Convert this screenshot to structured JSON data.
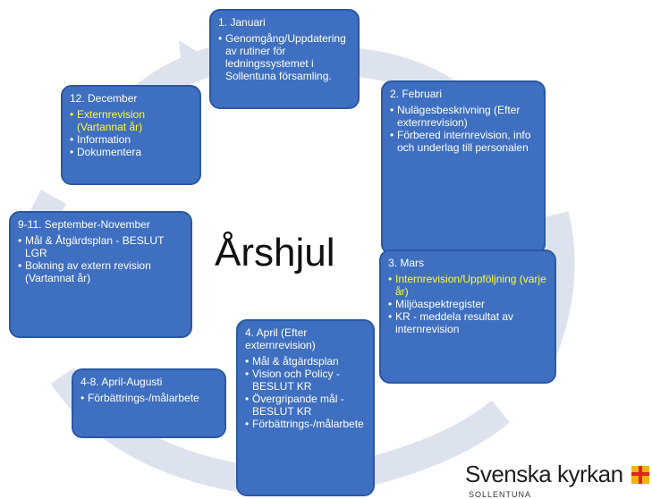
{
  "title": "Årshjul",
  "boxes": {
    "jan": {
      "title": "1. Januari",
      "items": [
        "Genomgång/Uppdatering av rutiner för ledningssystemet i Sollentuna församling."
      ]
    },
    "feb": {
      "title": "2. Februari",
      "items": [
        "Nulägesbeskrivning (Efter externrevision)",
        "Förbered internrevision, info och underlag till personalen"
      ]
    },
    "mar": {
      "title": "3. Mars",
      "items": [
        "Internrevision/Uppföljning (varje år)",
        "Miljöaspektregister",
        "KR - meddela resultat av internrevision"
      ]
    },
    "apr": {
      "title": "4. April (Efter externrevision)",
      "items": [
        "Mål & åtgärdsplan",
        "Vision och Policy - BESLUT KR",
        "Övergripande mål - BESLUT KR",
        "Förbättrings-/målarbete"
      ]
    },
    "aug": {
      "title": "4-8. April-Augusti",
      "items": [
        "Förbättrings-/målarbete"
      ]
    },
    "sepnov": {
      "title": "9-11. September-November",
      "items": [
        "Mål & Åtgärdsplan - BESLUT LGR",
        "Bokning av extern revision (Vartannat år)"
      ]
    },
    "dec": {
      "title": "12. December",
      "items": [
        "Externrevision (Vartannat år)",
        "Information",
        "Dokumentera"
      ]
    }
  },
  "logo": {
    "name": "Svenska kyrkan",
    "sub": "SOLLENTUNA"
  },
  "colors": {
    "box": "#3f6fc0",
    "box_border": "#2b58a3",
    "highlight": "#ffff2e",
    "ring": "#dde3ee"
  }
}
